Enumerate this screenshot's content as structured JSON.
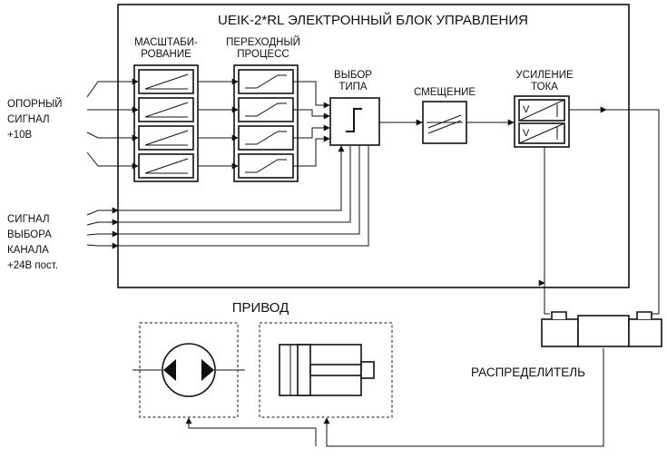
{
  "title": "UEIK-2*RL  ЭЛЕКТРОННЫЙ БЛОК УПРАВЛЕНИЯ",
  "blocks": {
    "scaling": [
      "МАСШТАБИ-",
      "РОВАНИЕ"
    ],
    "transition": [
      "ПЕРЕХОДНЫЙ",
      "ПРОЦЕСС"
    ],
    "type_select": [
      "ВЫБОР",
      "ТИПА"
    ],
    "offset": "СМЕЩЕНИЕ",
    "amplifier": [
      "УСИЛЕНИЕ",
      "ТОКА"
    ],
    "amp_cell_label": "V"
  },
  "inputs": {
    "reference_signal": [
      "ОПОРНЫЙ",
      "СИГНАЛ",
      "+10В"
    ],
    "channel_select": [
      "СИГНАЛ",
      "ВЫБОРА",
      "КАНАЛА",
      "+24В пост."
    ]
  },
  "drive": {
    "title": "ПРИВОД"
  },
  "valve": {
    "label": "РАСПРЕДЕЛИТЕЛЬ"
  }
}
